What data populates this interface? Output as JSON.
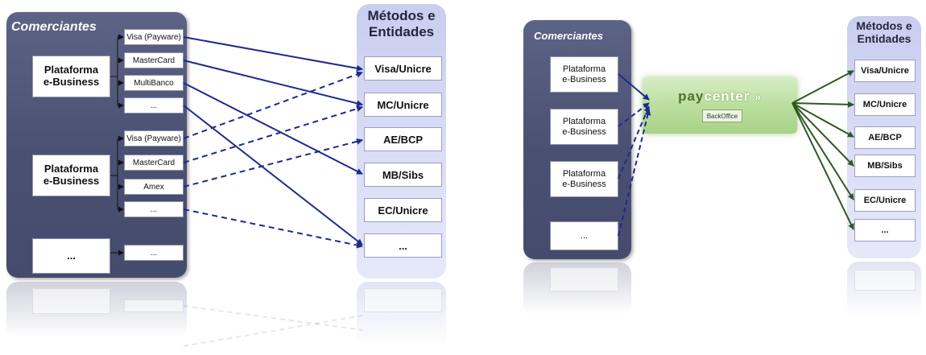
{
  "left_diagram": {
    "merchants_title": "Comerciantes",
    "methods_title_line1": "Métodos e",
    "methods_title_line2": "Entidades",
    "platform_label_line1": "Plataforma",
    "platform_label_line2": "e-Business",
    "other_merchant": "...",
    "group1": [
      "Visa (Payware)",
      "MasterCard",
      "MultiBanco",
      "..."
    ],
    "group2": [
      "Visa (Payware)",
      "MasterCard",
      "Amex",
      "..."
    ],
    "group3": [
      "..."
    ],
    "entities": [
      "Visa/Unicre",
      "MC/Unicre",
      "AE/BCP",
      "MB/Sibs",
      "EC/Unicre",
      "..."
    ]
  },
  "right_diagram": {
    "merchants_title": "Comerciantes",
    "methods_title_line1": "Métodos e",
    "methods_title_line2": "Entidades",
    "platform_label_line1": "Plataforma",
    "platform_label_line2": "e-Business",
    "other_merchant": "...",
    "paycenter_pay": "pay",
    "paycenter_center": "center",
    "paycenter_chevron": "»",
    "backoffice": "BackOffice",
    "entities": [
      "Visa/Unicre",
      "MC/Unicre",
      "AE/BCP",
      "MB/Sibs",
      "EC/Unicre",
      "..."
    ]
  },
  "colors": {
    "panel_dark": "#4a5072",
    "panel_light": "#d9dcf6",
    "arrow_blue": "#1e2a8c",
    "arrow_green": "#2f5a1f",
    "paycenter_green": "#bde0a2"
  }
}
